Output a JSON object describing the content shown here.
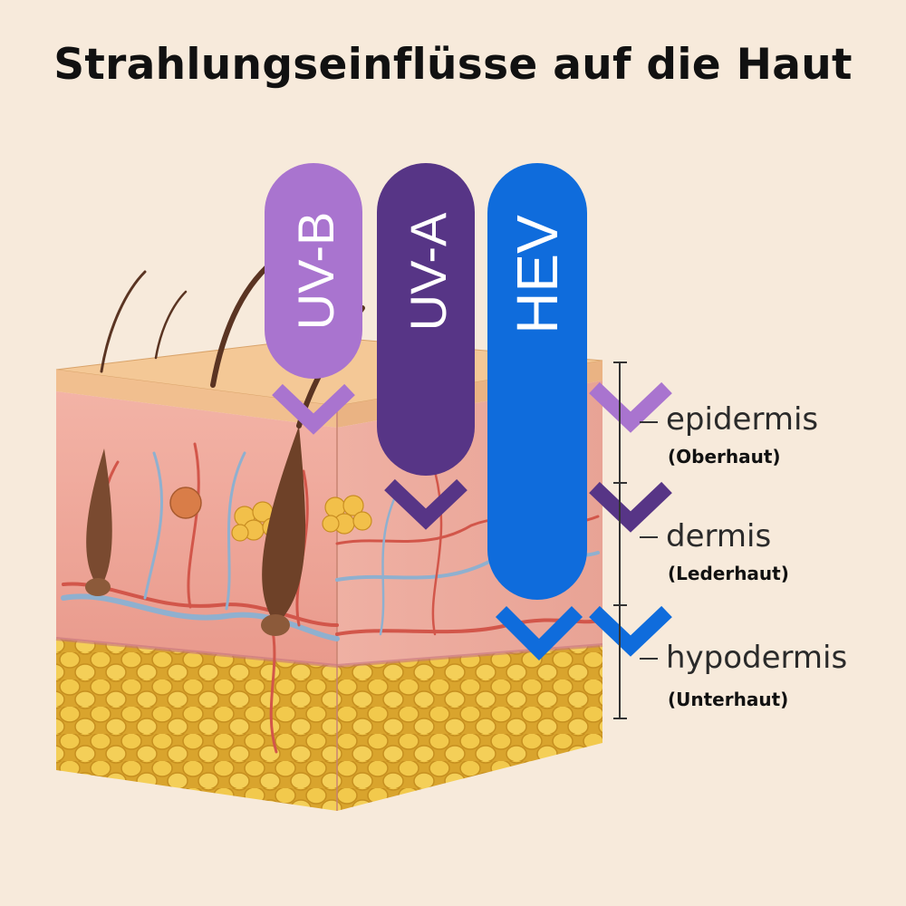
{
  "title": "Strahlungseinflüsse auf die Haut",
  "radiation": [
    {
      "label": "UV-B",
      "color": "#a974cf"
    },
    {
      "label": "UV-A",
      "color": "#573586"
    },
    {
      "label": "HEV",
      "color": "#0f6cdc"
    }
  ],
  "layers": [
    {
      "name": "epidermis",
      "subtitle": "(Oberhaut)"
    },
    {
      "name": "dermis",
      "subtitle": "(Lederhaut)"
    },
    {
      "name": "hypodermis",
      "subtitle": "(Unterhaut)"
    }
  ]
}
